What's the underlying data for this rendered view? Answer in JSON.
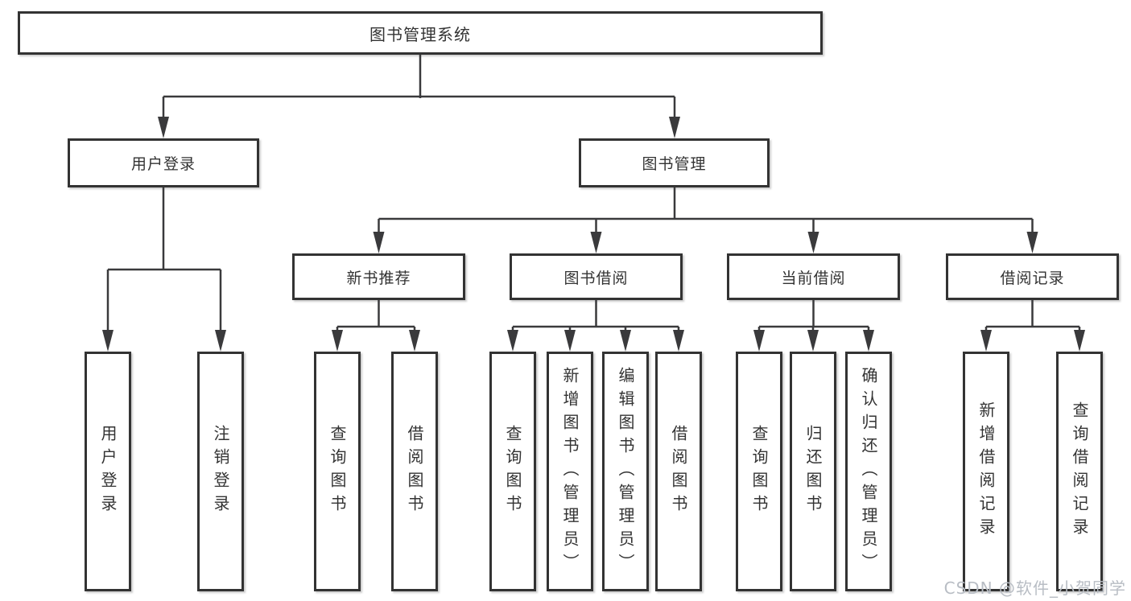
{
  "tree": {
    "root": {
      "label": "图书管理系统"
    },
    "login": {
      "label": "用户登录",
      "children": [
        "用户登录",
        "注销登录"
      ]
    },
    "mgmt": {
      "label": "图书管理",
      "sections": [
        {
          "label": "新书推荐",
          "children": [
            "查询图书",
            "借阅图书"
          ]
        },
        {
          "label": "图书借阅",
          "children": [
            "查询图书",
            "新增图书（管理员）",
            "编辑图书（管理员）",
            "借阅图书"
          ]
        },
        {
          "label": "当前借阅",
          "children": [
            "查询图书",
            "归还图书",
            "确认归还（管理员）"
          ]
        },
        {
          "label": "借阅记录",
          "children": [
            "新增借阅记录",
            "查询借阅记录"
          ]
        }
      ]
    }
  },
  "watermark": {
    "text": "CSDN @软件_小贺同学"
  },
  "colors": {
    "line": "#3a3a3c",
    "border": "#333333",
    "text": "#333333",
    "background": "#ffffff",
    "watermark": "#b8bdc4"
  }
}
